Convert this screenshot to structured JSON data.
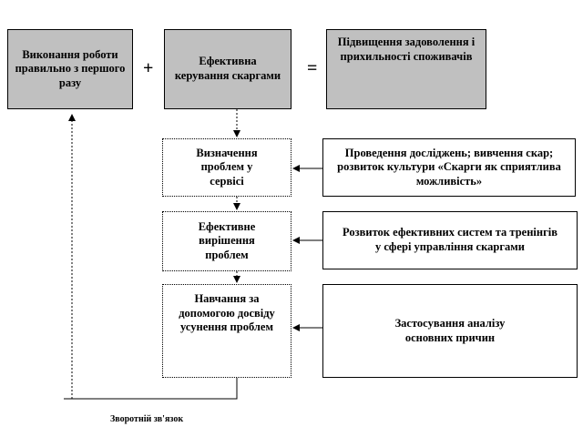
{
  "equation": {
    "box1": "Виконання роботи правильно з першого разу",
    "plus": "+",
    "box2": "Ефективна керування скаргами",
    "equals": "=",
    "box3": "Підвищення задоволення і прихильності споживачів"
  },
  "steps": [
    {
      "label": "Визначення проблем у сервісі",
      "note": "Проведення досліджень; вивчення скар; розвиток культури «Скарги як сприятлива можливість»"
    },
    {
      "label": "Ефективне вирішення проблем",
      "note": "Розвиток ефективних систем та тренінгів у сфері управління скаргами"
    },
    {
      "label": "Навчання за допомогою досвіду усунення проблем",
      "note": "Застосування аналізу основних причин"
    }
  ],
  "feedback_label": "Зворотній зв'язок"
}
